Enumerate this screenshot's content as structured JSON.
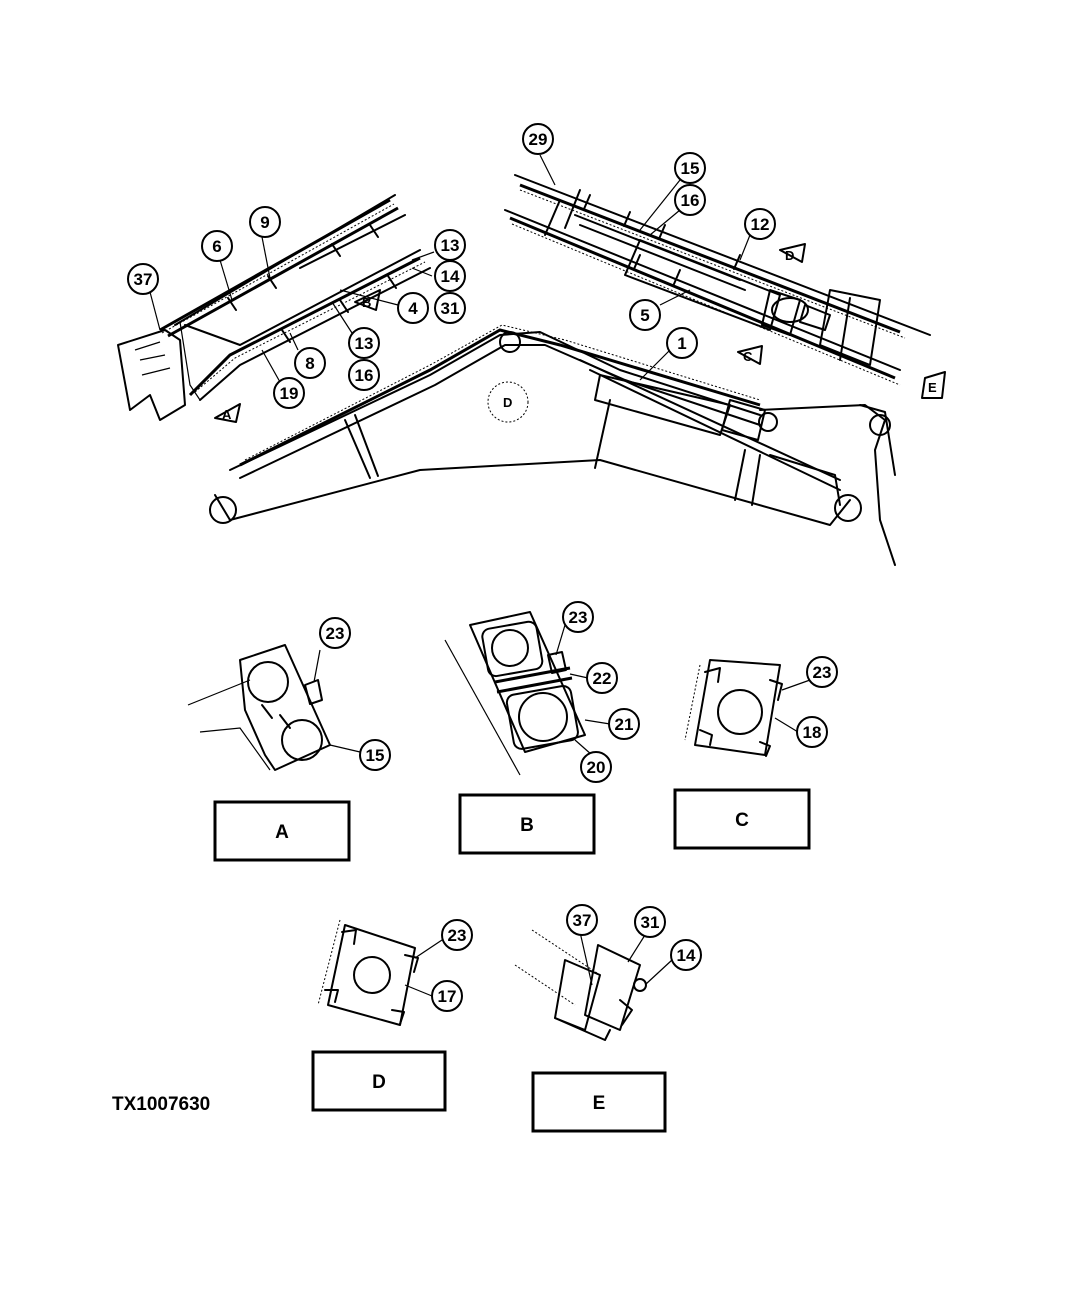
{
  "figure_id": "TX1007630",
  "view_labels": [
    "A",
    "B",
    "C",
    "D",
    "E"
  ],
  "view_markers": [
    "A",
    "B",
    "C",
    "D",
    "E"
  ],
  "boom_center_marker": "D",
  "callouts": {
    "c37": "37",
    "c6": "6",
    "c9": "9",
    "c13a": "13",
    "c14a": "14",
    "c4": "4",
    "c31a": "31",
    "c13b": "13",
    "c16a": "16",
    "c8": "8",
    "c19": "19",
    "c29": "29",
    "c15a": "15",
    "c16b": "16",
    "c12": "12",
    "c5": "5",
    "c1": "1",
    "c23a": "23",
    "c15b": "15",
    "c23b": "23",
    "c22": "22",
    "c21": "21",
    "c20": "20",
    "c23c": "23",
    "c18": "18",
    "c23d": "23",
    "c17": "17",
    "c37b": "37",
    "c31b": "31",
    "c14b": "14"
  }
}
